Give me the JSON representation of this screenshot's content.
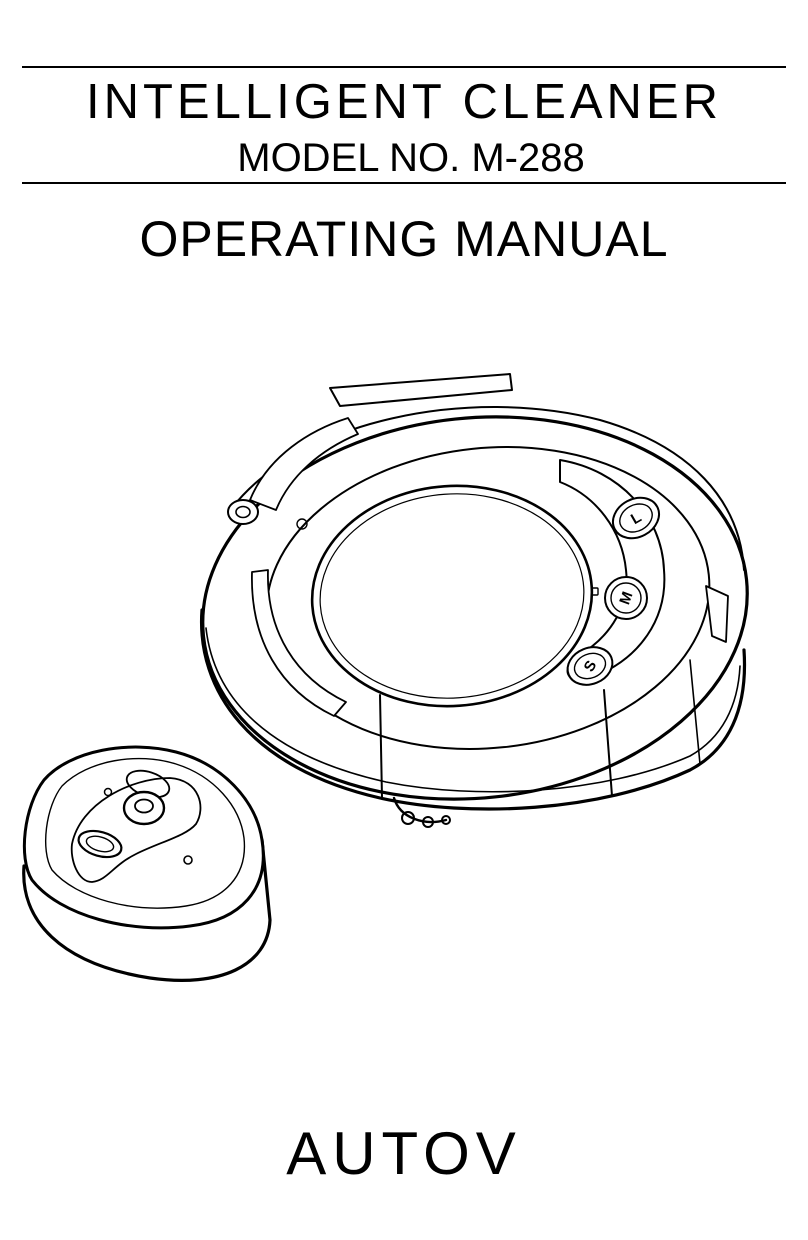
{
  "header": {
    "product_name": "INTELLIGENT CLEANER",
    "model_number": "MODEL NO. M-288"
  },
  "document": {
    "title": "OPERATING MANUAL"
  },
  "illustration": {
    "cleaner_buttons": {
      "left": "L",
      "mode": "M",
      "start": "S"
    }
  },
  "footer": {
    "brand": "AUTOV"
  }
}
